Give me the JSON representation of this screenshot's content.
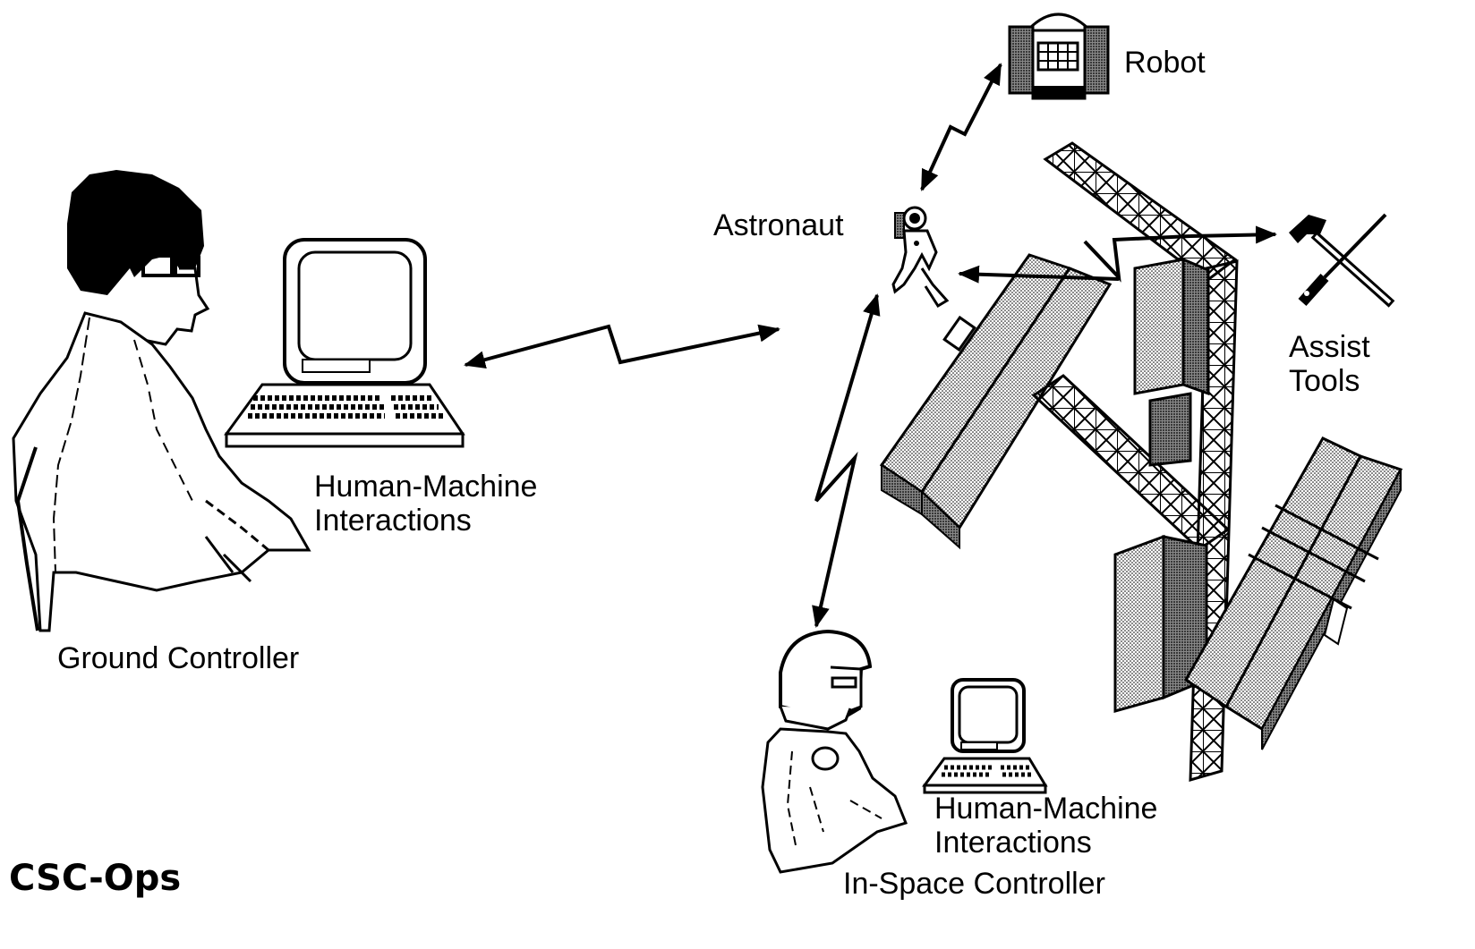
{
  "labels": {
    "robot": "Robot",
    "astronaut": "Astronaut",
    "assist_tools_line1": "Assist",
    "assist_tools_line2": "Tools",
    "ground_hmi_line1": "Human-Machine",
    "ground_hmi_line2": "Interactions",
    "ground_controller": "Ground Controller",
    "space_hmi_line1": "Human-Machine",
    "space_hmi_line2": "Interactions",
    "in_space_controller": "In-Space Controller"
  },
  "logo": {
    "text": "CSC-Ops"
  },
  "nodes": [
    {
      "id": "ground-controller",
      "icon": "ground-controller-figure"
    },
    {
      "id": "ground-terminal",
      "icon": "computer-terminal-icon"
    },
    {
      "id": "astronaut",
      "icon": "astronaut-icon"
    },
    {
      "id": "robot",
      "icon": "robot-icon"
    },
    {
      "id": "assist-tools",
      "icon": "hammer-screwdriver-icon"
    },
    {
      "id": "space-station",
      "icon": "space-station-truss-icon"
    },
    {
      "id": "in-space-controller",
      "icon": "in-space-controller-figure"
    },
    {
      "id": "space-terminal",
      "icon": "computer-terminal-icon"
    }
  ],
  "links": [
    {
      "from": "ground-terminal",
      "to": "astronaut",
      "style": "zigzag-bidirectional"
    },
    {
      "from": "astronaut",
      "to": "robot",
      "style": "zigzag-bidirectional"
    },
    {
      "from": "astronaut",
      "to": "in-space-controller",
      "style": "zigzag-bidirectional"
    },
    {
      "from": "space-station",
      "to": "astronaut",
      "style": "arrow"
    },
    {
      "from": "space-station",
      "to": "assist-tools",
      "style": "arrow"
    }
  ]
}
